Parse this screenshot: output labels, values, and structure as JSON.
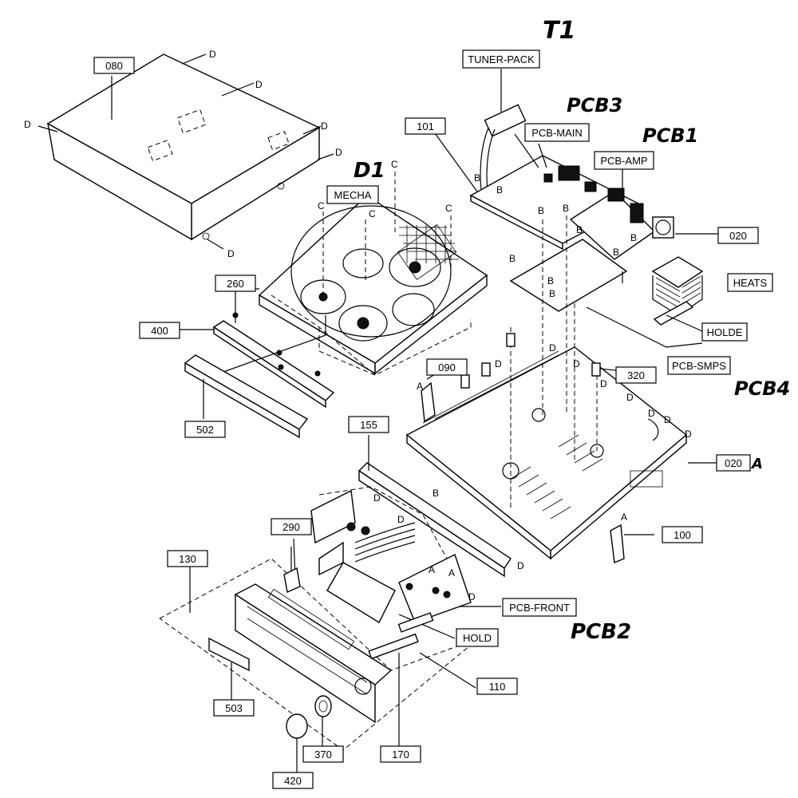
{
  "part_numbers": {
    "p080": "080",
    "p101": "101",
    "p020": "020",
    "p260": "260",
    "p400": "400",
    "p502": "502",
    "p090": "090",
    "p320": "320",
    "p155": "155",
    "p020a": "020",
    "p290": "290",
    "p100": "100",
    "p130": "130",
    "p110": "110",
    "p503": "503",
    "p370": "370",
    "p170": "170",
    "p420": "420"
  },
  "components": {
    "tuner_pack": "TUNER-PACK",
    "pcb_main": "PCB-MAIN",
    "pcb_amp": "PCB-AMP",
    "mecha": "MECHA",
    "heats": "HEATS",
    "holde": "HOLDE",
    "pcb_smps": "PCB-SMPS",
    "pcb_front": "PCB-FRONT",
    "hold": "HOLD"
  },
  "handwritten": {
    "t1": "T1",
    "pcb3": "PCB3",
    "pcb1": "PCB1",
    "d1": "D1",
    "pcb4": "PCB4",
    "pcb2": "PCB2",
    "suffix_a": "A"
  },
  "screw_letters": {
    "d": "D",
    "c": "C",
    "b": "B",
    "a": "A"
  }
}
